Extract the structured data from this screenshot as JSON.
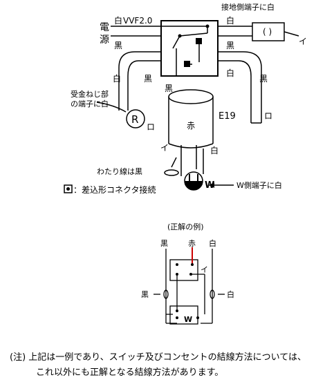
{
  "top": {
    "power_label_1": "電",
    "power_label_2": "源",
    "cable_label": "VVF2.0",
    "wire_white": "白",
    "wire_black": "黒",
    "ground_terminal_label": "接地側端子に白",
    "socket_glyph": "( )",
    "label_i": "イ",
    "label_ro": "ロ",
    "lamp_r_letter": "R",
    "lamp_terminal_label_1": "受金ねじ部",
    "lamp_terminal_label_2": "の端子に白",
    "conduit_label": "E19",
    "conduit_wire": "赤",
    "jumper_label": "わたり線は黒",
    "w_letter": "W",
    "w_terminal_label": "W側端子に白",
    "legend_label": "：差込形コネクタ接続"
  },
  "answer": {
    "title": "(正解の例)",
    "top_black": "黒",
    "top_red": "赤",
    "top_white": "白",
    "label_i": "イ",
    "side_black": "黒",
    "side_white": "白",
    "w_letter": "W"
  },
  "note": {
    "line1": "(注)  上記は一例であり、スイッチ及びコンセントの結線方法については、",
    "line2": "これ以外にも正解となる結線方法があります。"
  },
  "colors": {
    "red_wire": "#cc0000",
    "line": "#000000"
  }
}
